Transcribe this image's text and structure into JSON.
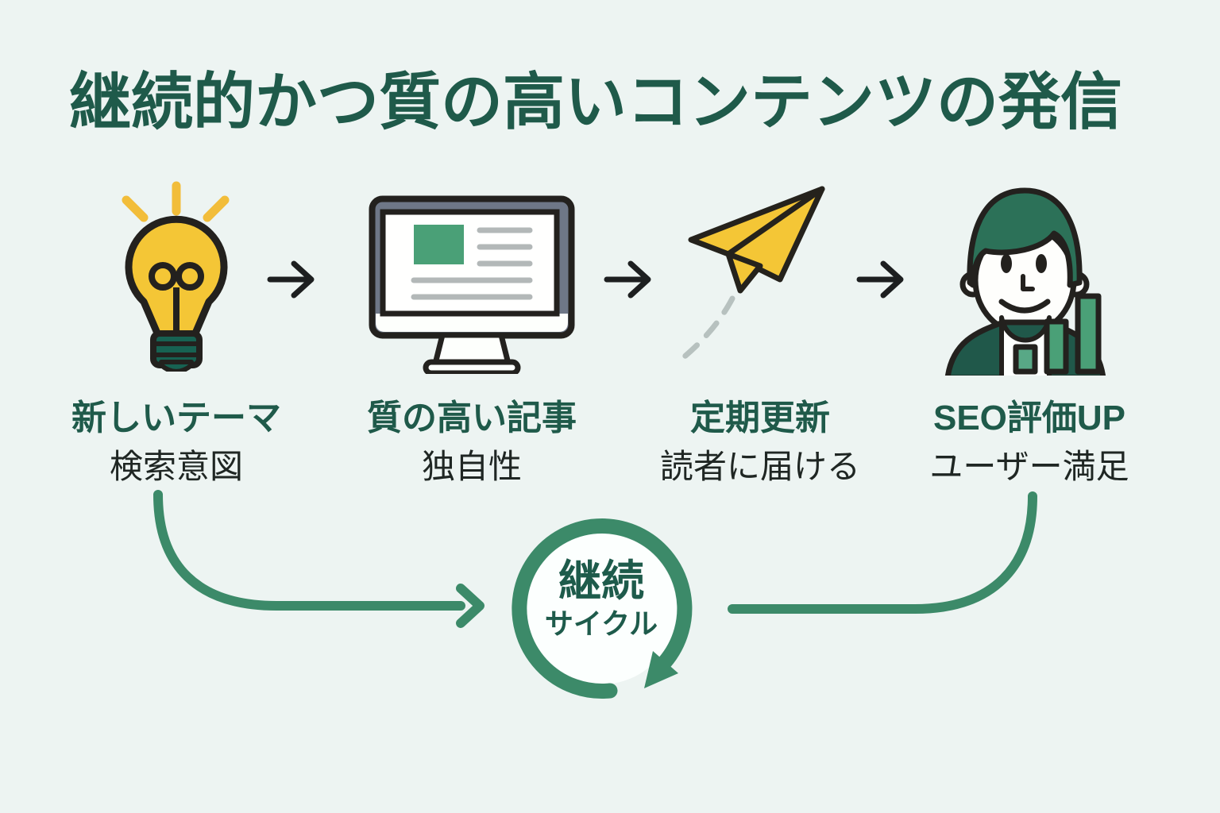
{
  "title": "継続的かつ質の高いコンテンツの発信",
  "steps": [
    {
      "icon": "lightbulb-icon",
      "heading": "新しいテーマ",
      "subtext": "検索意図"
    },
    {
      "icon": "monitor-article-icon",
      "heading": "質の高い記事",
      "subtext": "独自性"
    },
    {
      "icon": "paper-plane-icon",
      "heading": "定期更新",
      "subtext": "読者に届ける"
    },
    {
      "icon": "user-chart-icon",
      "heading": "SEO評価UP",
      "subtext": "ユーザー満足"
    }
  ],
  "cycle_badge": {
    "line1": "継続",
    "line2": "サイクル"
  },
  "colors": {
    "background": "#edf4f2",
    "heading_green": "#1f5a4a",
    "cycle_green": "#3c8a69",
    "accent_yellow": "#f4c636",
    "outline_black": "#23211e",
    "text_black": "#1f2623",
    "monitor_bezel_gray": "#6e7787",
    "content_green": "#4aa077",
    "line_gray": "#b3b8b8"
  }
}
